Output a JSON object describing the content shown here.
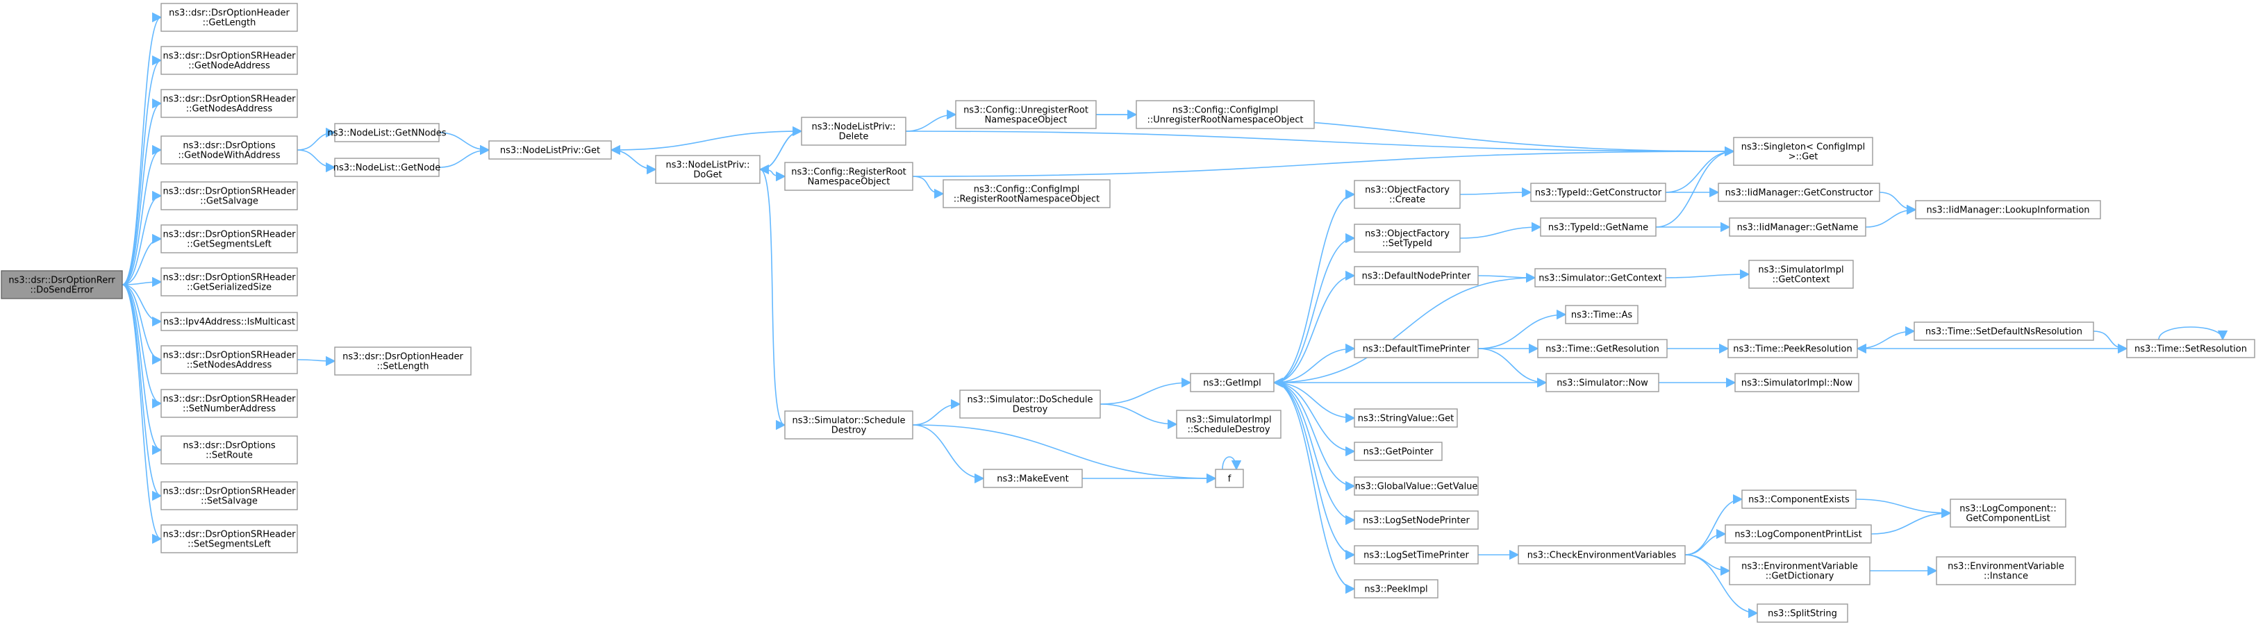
{
  "colors": {
    "edge": "#63b8ff",
    "node_border": "#999999",
    "node_fill": "#ffffff",
    "root_fill": "#999999",
    "text": "#000000"
  },
  "nodes": [
    {
      "id": "root",
      "lines": [
        "ns3::dsr::DsrOptionRerr",
        "::DoSendError"
      ],
      "root": true
    },
    {
      "id": "n1",
      "lines": [
        "ns3::dsr::DsrOptionHeader",
        "::GetLength"
      ]
    },
    {
      "id": "n2",
      "lines": [
        "ns3::dsr::DsrOptionSRHeader",
        "::GetNodeAddress"
      ]
    },
    {
      "id": "n3",
      "lines": [
        "ns3::dsr::DsrOptionSRHeader",
        "::GetNodesAddress"
      ]
    },
    {
      "id": "n4",
      "lines": [
        "ns3::dsr::DsrOptions",
        "::GetNodeWithAddress"
      ]
    },
    {
      "id": "n5",
      "lines": [
        "ns3::dsr::DsrOptionSRHeader",
        "::GetSalvage"
      ]
    },
    {
      "id": "n6",
      "lines": [
        "ns3::dsr::DsrOptionSRHeader",
        "::GetSegmentsLeft"
      ]
    },
    {
      "id": "n7",
      "lines": [
        "ns3::dsr::DsrOptionSRHeader",
        "::GetSerializedSize"
      ]
    },
    {
      "id": "n8",
      "lines": [
        "ns3::Ipv4Address::IsMulticast"
      ]
    },
    {
      "id": "n9",
      "lines": [
        "ns3::dsr::DsrOptionSRHeader",
        "::SetNodesAddress"
      ]
    },
    {
      "id": "n10",
      "lines": [
        "ns3::dsr::DsrOptionSRHeader",
        "::SetNumberAddress"
      ]
    },
    {
      "id": "n11",
      "lines": [
        "ns3::dsr::DsrOptions",
        "::SetRoute"
      ]
    },
    {
      "id": "n12",
      "lines": [
        "ns3::dsr::DsrOptionSRHeader",
        "::SetSalvage"
      ]
    },
    {
      "id": "n13",
      "lines": [
        "ns3::dsr::DsrOptionSRHeader",
        "::SetSegmentsLeft"
      ]
    },
    {
      "id": "nl_getn",
      "lines": [
        "ns3::NodeList::GetNNodes"
      ]
    },
    {
      "id": "nl_getnode",
      "lines": [
        "ns3::NodeList::GetNode"
      ]
    },
    {
      "id": "hs_setlen",
      "lines": [
        "ns3::dsr::DsrOptionHeader",
        "::SetLength"
      ]
    },
    {
      "id": "nlp_get",
      "lines": [
        "ns3::NodeListPriv::Get"
      ]
    },
    {
      "id": "nlp_doget",
      "lines": [
        "ns3::NodeListPriv::",
        "DoGet"
      ]
    },
    {
      "id": "nlp_delete",
      "lines": [
        "ns3::NodeListPriv::",
        "Delete"
      ]
    },
    {
      "id": "cfg_reg",
      "lines": [
        "ns3::Config::RegisterRoot",
        "NamespaceObject"
      ]
    },
    {
      "id": "cfg_unreg",
      "lines": [
        "ns3::Config::UnregisterRoot",
        "NamespaceObject"
      ]
    },
    {
      "id": "cfgimpl_unreg",
      "lines": [
        "ns3::Config::ConfigImpl",
        "::UnregisterRootNamespaceObject"
      ]
    },
    {
      "id": "cfgimpl_reg",
      "lines": [
        "ns3::Config::ConfigImpl",
        "::RegisterRootNamespaceObject"
      ]
    },
    {
      "id": "singleton",
      "lines": [
        "ns3::Singleton< ConfigImpl",
        " >::Get"
      ]
    },
    {
      "id": "sim_sched",
      "lines": [
        "ns3::Simulator::Schedule",
        "Destroy"
      ]
    },
    {
      "id": "sim_dosched",
      "lines": [
        "ns3::Simulator::DoSchedule",
        "Destroy"
      ]
    },
    {
      "id": "simimpl_sched",
      "lines": [
        "ns3::SimulatorImpl",
        "::ScheduleDestroy"
      ]
    },
    {
      "id": "makeevent",
      "lines": [
        "ns3::MakeEvent"
      ]
    },
    {
      "id": "f",
      "lines": [
        "f"
      ]
    },
    {
      "id": "getimpl",
      "lines": [
        "ns3::GetImpl"
      ]
    },
    {
      "id": "of_create",
      "lines": [
        "ns3::ObjectFactory",
        "::Create"
      ]
    },
    {
      "id": "of_settid",
      "lines": [
        "ns3::ObjectFactory",
        "::SetTypeId"
      ]
    },
    {
      "id": "defnodeprinter",
      "lines": [
        "ns3::DefaultNodePrinter"
      ]
    },
    {
      "id": "deftimeprinter",
      "lines": [
        "ns3::DefaultTimePrinter"
      ]
    },
    {
      "id": "strval_get",
      "lines": [
        "ns3::StringValue::Get"
      ]
    },
    {
      "id": "getpointer",
      "lines": [
        "ns3::GetPointer"
      ]
    },
    {
      "id": "gv_getvalue",
      "lines": [
        "ns3::GlobalValue::GetValue"
      ]
    },
    {
      "id": "logsetnode",
      "lines": [
        "ns3::LogSetNodePrinter"
      ]
    },
    {
      "id": "logsettime",
      "lines": [
        "ns3::LogSetTimePrinter"
      ]
    },
    {
      "id": "peekimpl",
      "lines": [
        "ns3::PeekImpl"
      ]
    },
    {
      "id": "tid_getctor",
      "lines": [
        "ns3::TypeId::GetConstructor"
      ]
    },
    {
      "id": "tid_getname",
      "lines": [
        "ns3::TypeId::GetName"
      ]
    },
    {
      "id": "sim_getctx",
      "lines": [
        "ns3::Simulator::GetContext"
      ]
    },
    {
      "id": "time_as",
      "lines": [
        "ns3::Time::As"
      ]
    },
    {
      "id": "time_getres",
      "lines": [
        "ns3::Time::GetResolution"
      ]
    },
    {
      "id": "sim_now",
      "lines": [
        "ns3::Simulator::Now"
      ]
    },
    {
      "id": "checkenv",
      "lines": [
        "ns3::CheckEnvironmentVariables"
      ]
    },
    {
      "id": "iidm_getctor",
      "lines": [
        "ns3::IidManager::GetConstructor"
      ]
    },
    {
      "id": "iidm_getname",
      "lines": [
        "ns3::IidManager::GetName"
      ]
    },
    {
      "id": "iidm_lookup",
      "lines": [
        "ns3::IidManager::LookupInformation"
      ]
    },
    {
      "id": "simimpl_getctx",
      "lines": [
        "ns3::SimulatorImpl",
        "::GetContext"
      ]
    },
    {
      "id": "time_peekres",
      "lines": [
        "ns3::Time::PeekResolution"
      ]
    },
    {
      "id": "time_setdefns",
      "lines": [
        "ns3::Time::SetDefaultNsResolution"
      ]
    },
    {
      "id": "time_setres",
      "lines": [
        "ns3::Time::SetResolution"
      ]
    },
    {
      "id": "simimpl_now",
      "lines": [
        "ns3::SimulatorImpl::Now"
      ]
    },
    {
      "id": "compexists",
      "lines": [
        "ns3::ComponentExists"
      ]
    },
    {
      "id": "logcompprint",
      "lines": [
        "ns3::LogComponentPrintList"
      ]
    },
    {
      "id": "envvar_dict",
      "lines": [
        "ns3::EnvironmentVariable",
        "::GetDictionary"
      ]
    },
    {
      "id": "splitstring",
      "lines": [
        "ns3::SplitString"
      ]
    },
    {
      "id": "logcomp_getlist",
      "lines": [
        "ns3::LogComponent::",
        "GetComponentList"
      ]
    },
    {
      "id": "envvar_inst",
      "lines": [
        "ns3::EnvironmentVariable",
        "::Instance"
      ]
    }
  ],
  "edges": [
    [
      "root",
      "n1"
    ],
    [
      "root",
      "n2"
    ],
    [
      "root",
      "n3"
    ],
    [
      "root",
      "n4"
    ],
    [
      "root",
      "n5"
    ],
    [
      "root",
      "n6"
    ],
    [
      "root",
      "n7"
    ],
    [
      "root",
      "n8"
    ],
    [
      "root",
      "n9"
    ],
    [
      "root",
      "n10"
    ],
    [
      "root",
      "n11"
    ],
    [
      "root",
      "n12"
    ],
    [
      "root",
      "n13"
    ],
    [
      "n4",
      "nl_getn"
    ],
    [
      "n4",
      "nl_getnode"
    ],
    [
      "n9",
      "hs_setlen"
    ],
    [
      "nl_getn",
      "nlp_get"
    ],
    [
      "nl_getnode",
      "nlp_get"
    ],
    [
      "nlp_get",
      "nlp_doget"
    ],
    [
      "nlp_delete",
      "nlp_get"
    ],
    [
      "nlp_doget",
      "nlp_delete"
    ],
    [
      "nlp_delete",
      "nlp_doget"
    ],
    [
      "nlp_doget",
      "cfg_reg"
    ],
    [
      "nlp_doget",
      "sim_sched"
    ],
    [
      "nlp_delete",
      "cfg_unreg"
    ],
    [
      "nlp_delete",
      "singleton"
    ],
    [
      "cfg_unreg",
      "cfgimpl_unreg"
    ],
    [
      "cfg_unreg",
      "singleton"
    ],
    [
      "cfg_reg",
      "cfgimpl_reg"
    ],
    [
      "cfg_reg",
      "singleton"
    ],
    [
      "sim_sched",
      "sim_dosched"
    ],
    [
      "sim_sched",
      "makeevent"
    ],
    [
      "sim_sched",
      "f"
    ],
    [
      "sim_dosched",
      "getimpl"
    ],
    [
      "sim_dosched",
      "simimpl_sched"
    ],
    [
      "makeevent",
      "f"
    ],
    [
      "f",
      "f"
    ],
    [
      "getimpl",
      "of_create"
    ],
    [
      "getimpl",
      "of_settid"
    ],
    [
      "getimpl",
      "defnodeprinter"
    ],
    [
      "getimpl",
      "deftimeprinter"
    ],
    [
      "getimpl",
      "strval_get"
    ],
    [
      "getimpl",
      "getpointer"
    ],
    [
      "getimpl",
      "gv_getvalue"
    ],
    [
      "getimpl",
      "logsetnode"
    ],
    [
      "getimpl",
      "logsettime"
    ],
    [
      "getimpl",
      "peekimpl"
    ],
    [
      "of_create",
      "tid_getctor"
    ],
    [
      "of_settid",
      "tid_getname"
    ],
    [
      "defnodeprinter",
      "sim_getctx"
    ],
    [
      "deftimeprinter",
      "time_as"
    ],
    [
      "deftimeprinter",
      "time_getres"
    ],
    [
      "deftimeprinter",
      "sim_now"
    ],
    [
      "logsettime",
      "checkenv"
    ],
    [
      "tid_getctor",
      "iidm_getctor"
    ],
    [
      "tid_getctor",
      "singleton"
    ],
    [
      "tid_getname",
      "iidm_getname"
    ],
    [
      "tid_getname",
      "singleton"
    ],
    [
      "iidm_getctor",
      "iidm_lookup"
    ],
    [
      "iidm_getname",
      "iidm_lookup"
    ],
    [
      "sim_getctx",
      "simimpl_getctx"
    ],
    [
      "sim_getctx",
      "getimpl"
    ],
    [
      "time_getres",
      "time_peekres"
    ],
    [
      "time_peekres",
      "time_setdefns"
    ],
    [
      "time_setdefns",
      "time_setres"
    ],
    [
      "time_setres",
      "time_peekres"
    ],
    [
      "time_setres",
      "time_setres"
    ],
    [
      "sim_now",
      "simimpl_now"
    ],
    [
      "sim_now",
      "getimpl"
    ],
    [
      "checkenv",
      "compexists"
    ],
    [
      "checkenv",
      "logcompprint"
    ],
    [
      "checkenv",
      "envvar_dict"
    ],
    [
      "checkenv",
      "splitstring"
    ],
    [
      "compexists",
      "logcomp_getlist"
    ],
    [
      "logcompprint",
      "logcomp_getlist"
    ],
    [
      "envvar_dict",
      "envvar_inst"
    ]
  ]
}
